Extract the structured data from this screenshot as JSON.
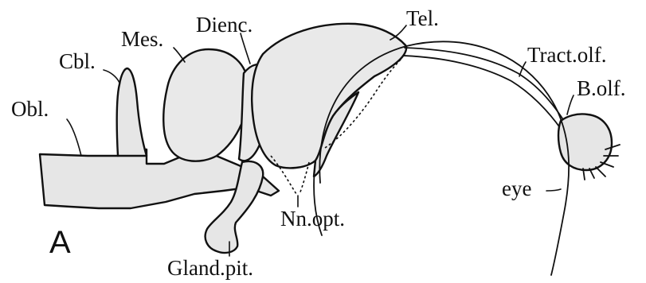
{
  "figure": {
    "panel_letter": "A",
    "labels": {
      "medulla": "Obl.",
      "cerebellum": "Cbl.",
      "mesencephalon": "Mes.",
      "diencephalon": "Dienc.",
      "telencephalon": "Tel.",
      "olfactory_tract": "Tract.olf.",
      "olfactory_bulb": "B.olf.",
      "eye": "eye",
      "optic_nerves": "Nn.opt.",
      "pituitary": "Gland.pit."
    },
    "colors": {
      "ink": "#111111",
      "tissue_fill": "#e6e6e6",
      "background": "#ffffff"
    }
  }
}
